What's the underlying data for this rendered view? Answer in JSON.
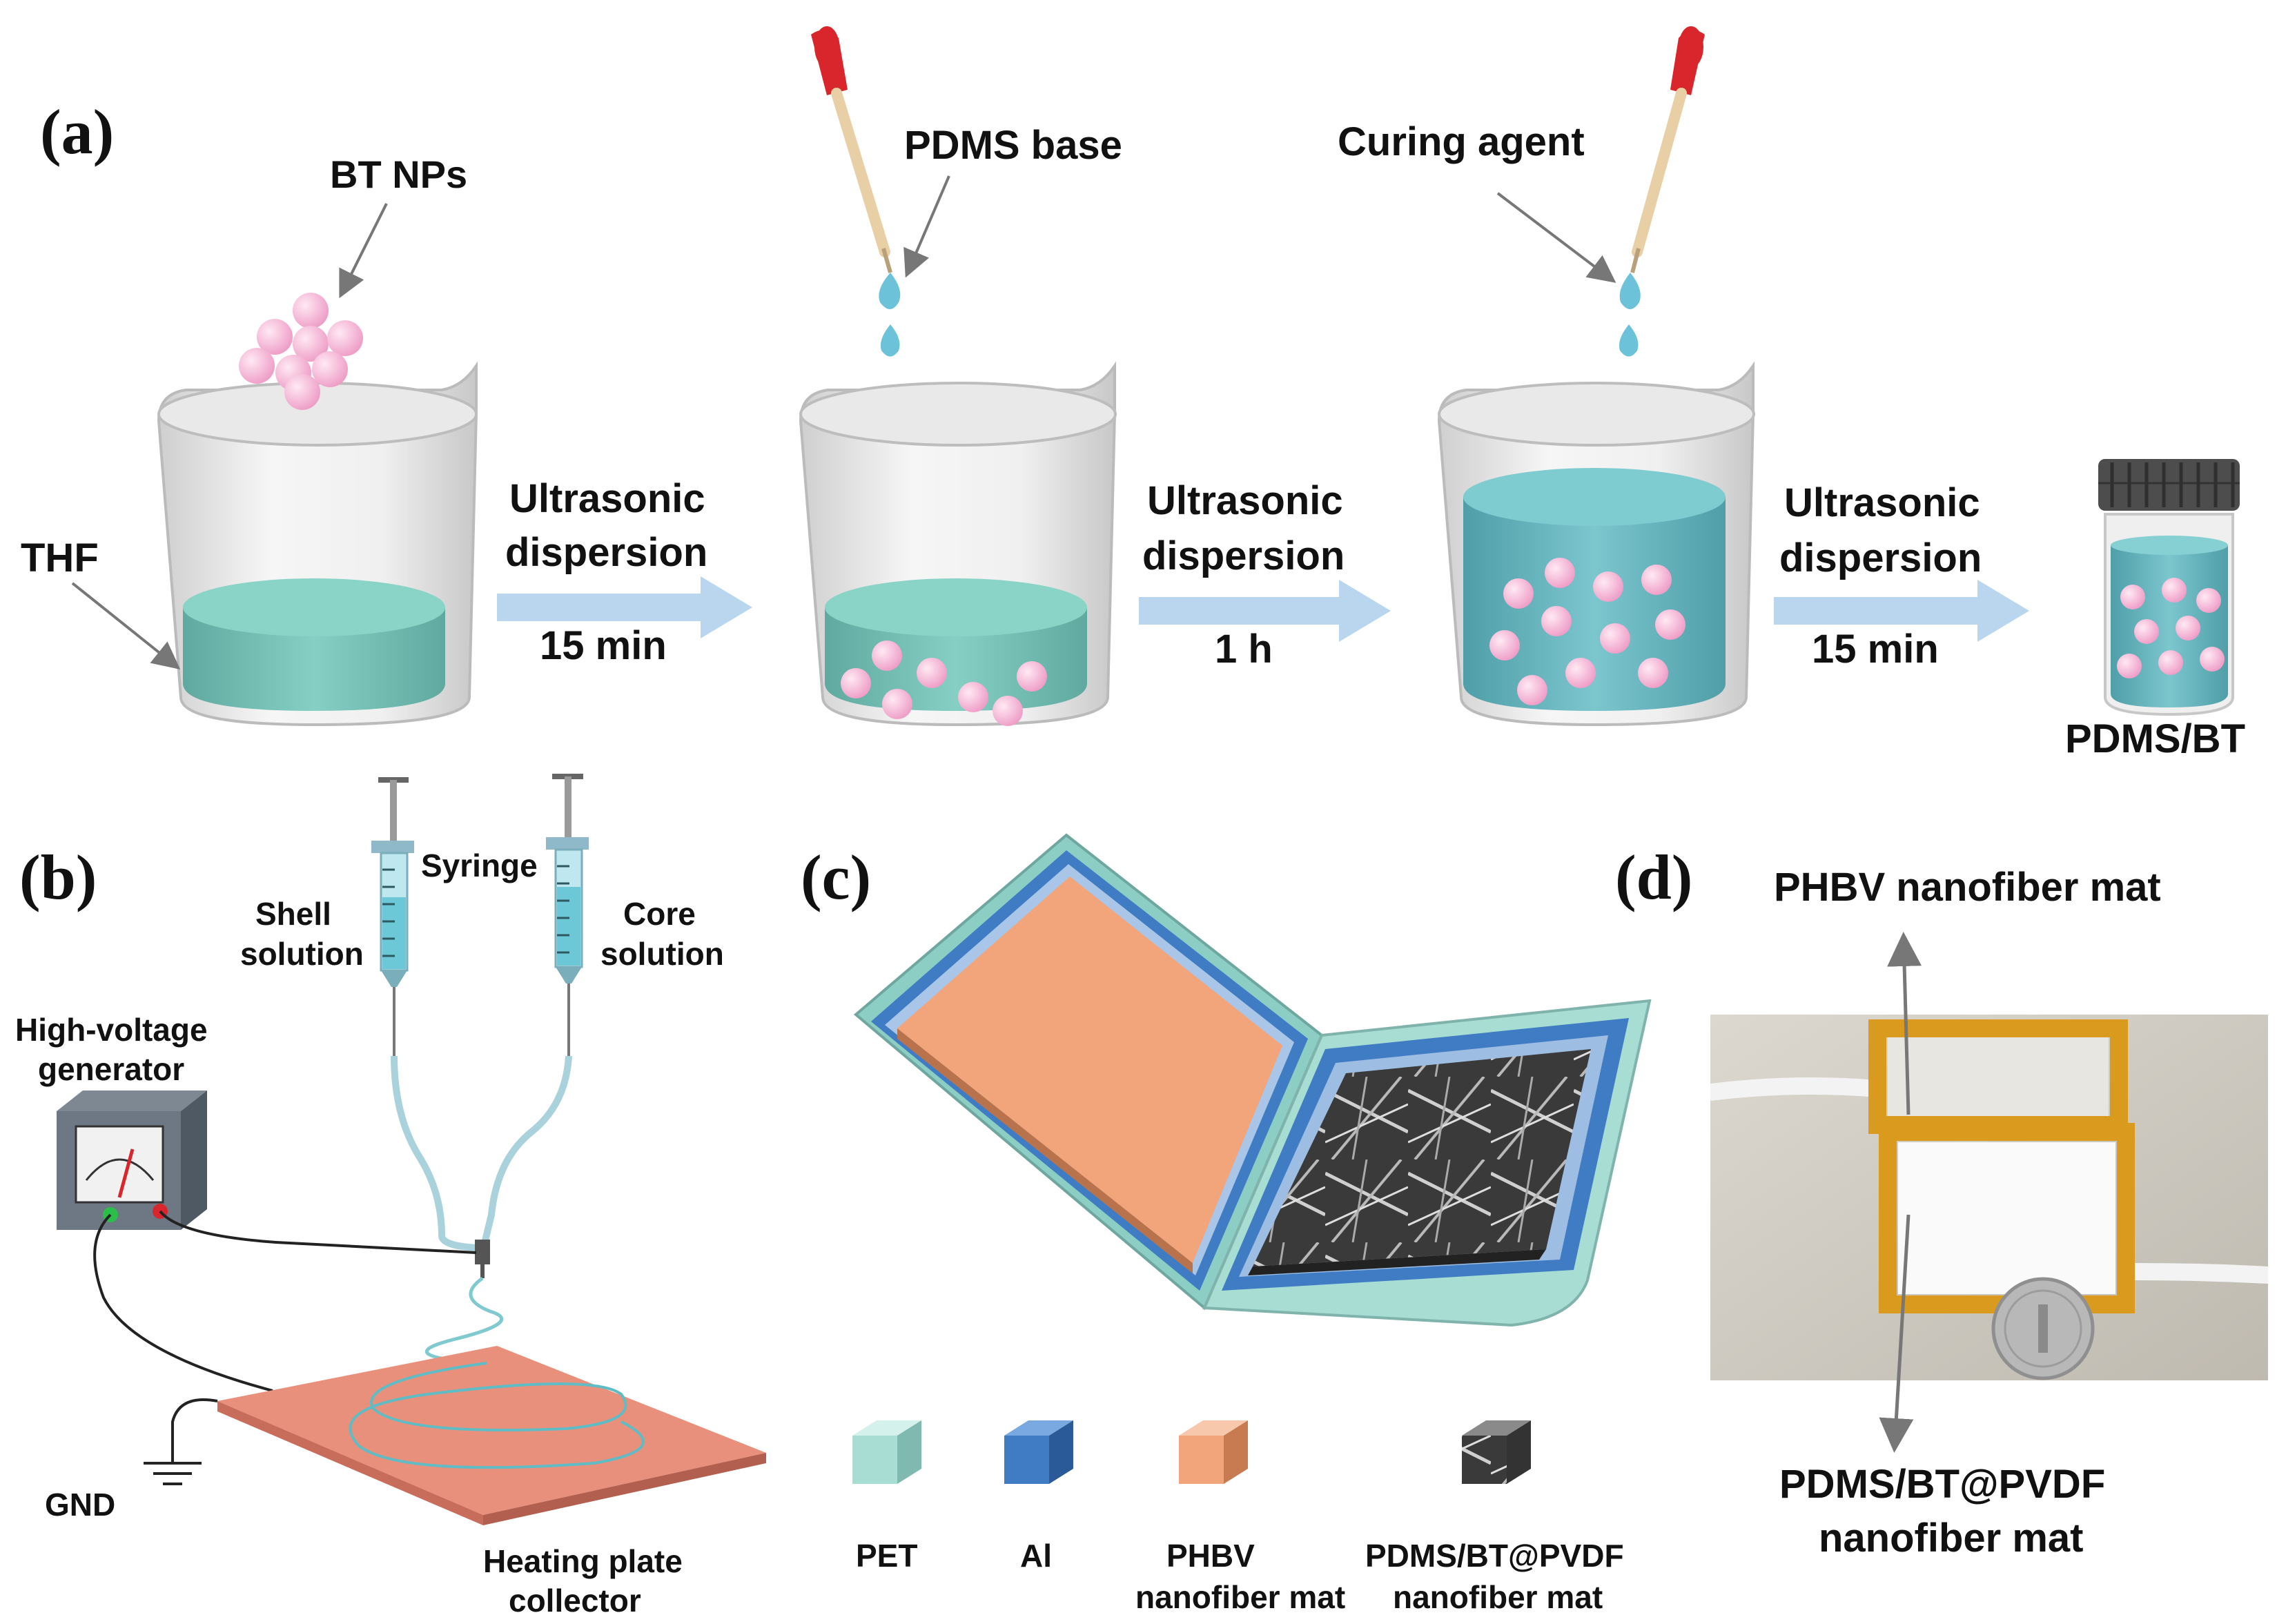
{
  "panels": {
    "a": "(a)",
    "b": "(b)",
    "c": "(c)",
    "d": "(d)"
  },
  "panel_a": {
    "bt_nps": "BT NPs",
    "thf": "THF",
    "pdms_base": "PDMS base",
    "curing_agent": "Curing agent",
    "pdms_bt": "PDMS/BT",
    "steps": [
      {
        "line1": "Ultrasonic",
        "line2": "dispersion",
        "time": "15 min"
      },
      {
        "line1": "Ultrasonic",
        "line2": "dispersion",
        "time": "1 h"
      },
      {
        "line1": "Ultrasonic",
        "line2": "dispersion",
        "time": "15 min"
      }
    ]
  },
  "panel_b": {
    "syringe": "Syringe",
    "shell_1": "Shell",
    "shell_2": "solution",
    "core_1": "Core",
    "core_2": "solution",
    "hv_1": "High-voltage",
    "hv_2": "generator",
    "gnd": "GND",
    "plate_1": "Heating plate",
    "plate_2": "collector"
  },
  "panel_c": {
    "legend": [
      {
        "line1": "PET",
        "line2": ""
      },
      {
        "line1": "Al",
        "line2": ""
      },
      {
        "line1": "PHBV",
        "line2": "nanofiber mat"
      },
      {
        "line1": "PDMS/BT@PVDF",
        "line2": "nanofiber mat"
      }
    ]
  },
  "panel_d": {
    "top": "PHBV nanofiber mat",
    "bottom_1": "PDMS/BT@PVDF",
    "bottom_2": "nanofiber mat"
  },
  "colors": {
    "liquid": "#6fbdb3",
    "particle": "#f6b8d6",
    "arrow": "#b9d6ee",
    "pet": "#a8ddd4",
    "al": "#3f7cc4",
    "phbv": "#f2a47a",
    "pdms_bt_pvdf": "#555555",
    "plate": "#e9907c",
    "dropper": "#d9262c",
    "drop": "#6cc3d9"
  }
}
